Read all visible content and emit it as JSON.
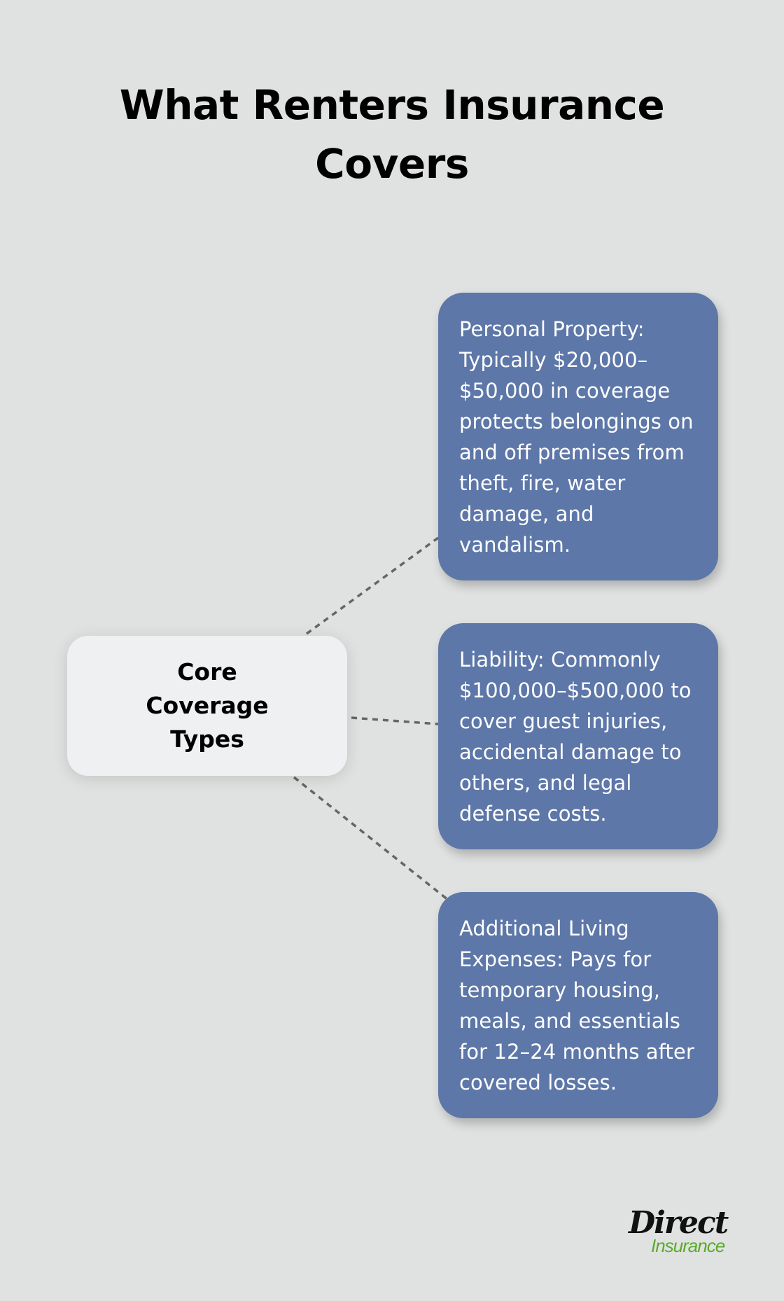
{
  "title": {
    "line1": "What Renters Insurance",
    "line2": "Covers"
  },
  "center_node": {
    "label": "Core Coverage Types"
  },
  "cards": [
    {
      "text": "Personal Property: Typically $20,000–$50,000 in coverage protects belongings on and off premises from theft, fire, water damage, and vandalism."
    },
    {
      "text": "Liability: Commonly $100,000–$500,000 to cover guest injuries, accidental damage to others, and legal defense costs."
    },
    {
      "text": "Additional Living Expenses: Pays for temporary housing, meals, and essentials for 12–24 months after covered losses."
    }
  ],
  "logo": {
    "brand": "Direct",
    "sub": "Insurance"
  },
  "colors": {
    "background": "#e0e2e1",
    "card": "#5d77a8",
    "center_box": "#eff0f2",
    "connector": "#666666",
    "logo_green": "#5aab2a"
  }
}
